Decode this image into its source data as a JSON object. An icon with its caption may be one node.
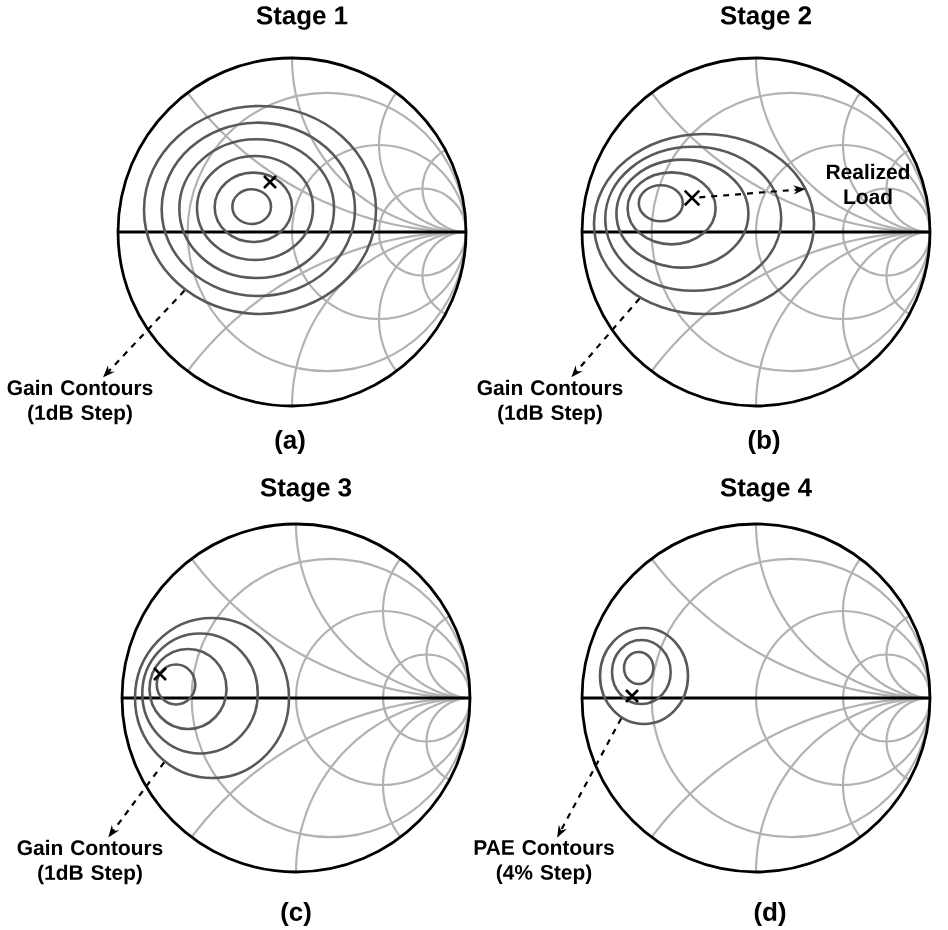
{
  "diagram": {
    "nodes": [
      {
        "text": [
          "Stage 1"
        ],
        "beside": [
          "(a)"
        ]
      },
      {
        "text": [],
        "shape": "circle",
        "in": 0
      },
      {
        "text": [
          "Gain Contours (1dB Step)"
        ]
      },
      {
        "text": [
          "Stage 2"
        ],
        "beside": [
          "(b)"
        ]
      },
      {
        "text": [],
        "shape": "circle",
        "in": 3
      },
      {
        "text": [],
        "shape": "cross",
        "in": 4
      },
      {
        "text": [
          "Realized Load"
        ],
        "in": 3
      },
      {
        "text": [
          "Gain Contours (1dB Step)"
        ]
      },
      {
        "text": [
          "Stage 3"
        ],
        "beside": [
          "(c)"
        ]
      },
      {
        "text": [],
        "shape": "circle",
        "in": 8
      },
      {
        "text": [
          "Gain Contours (1dB Step)"
        ]
      },
      {
        "text": [
          "Stage 4"
        ],
        "beside": [
          "(d)"
        ]
      },
      {
        "text": [],
        "shape": "circle",
        "in": 11
      },
      {
        "text": [
          "PAE Contours (4% Step)"
        ]
      }
    ],
    "edges": [
      {
        "from": 1,
        "to": 2,
        "arrow": "to",
        "style": "dashed"
      },
      {
        "from": 4,
        "to": 7,
        "arrow": "to",
        "style": "dashed"
      },
      {
        "from": 5,
        "to": 6,
        "arrow": "to",
        "style": "dashed"
      },
      {
        "from": 9,
        "to": 10,
        "arrow": "to",
        "style": "dashed"
      },
      {
        "from": 12,
        "to": 13,
        "arrow": "to",
        "style": "dashed"
      }
    ]
  }
}
